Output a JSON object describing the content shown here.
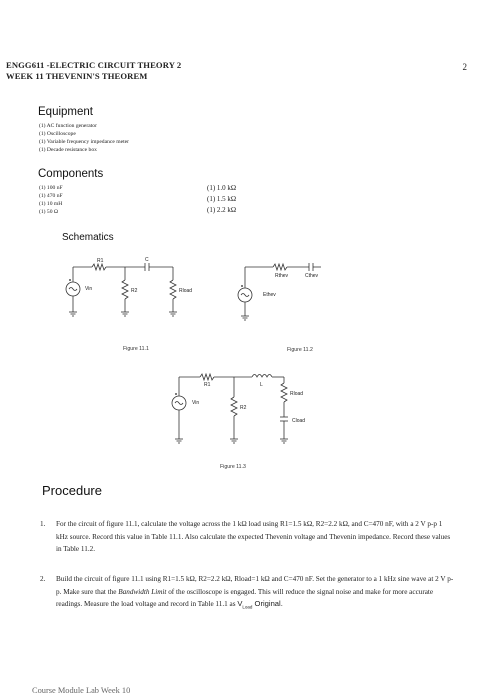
{
  "header": {
    "course_line": "ENGG611 -ELECTRIC CIRCUIT THEORY 2",
    "week_line": "WEEK 11 THEVENIN'S THEOREM",
    "page_number": "2"
  },
  "equipment": {
    "title": "Equipment",
    "items": [
      "(1) AC function generator",
      "(1) Oscilloscope",
      "(1) Variable frequency impedance meter",
      "(1) Decade resistance box"
    ]
  },
  "components": {
    "title": "Components",
    "left": [
      "(1) 100 nF",
      "(1) 470 nF",
      "(1) 10 mH",
      "(1) 50 Ω"
    ],
    "right": [
      "(1) 1.0 kΩ",
      "(1) 1.5 kΩ",
      "(1) 2.2 kΩ"
    ]
  },
  "schematics": {
    "title": "Schematics",
    "fig1": {
      "caption": "Figure 11.1",
      "labels": {
        "r1": "R1",
        "c": "C",
        "vin": "Vin",
        "r2": "R2",
        "rload": "Rload"
      }
    },
    "fig2": {
      "caption": "Figure 11.2",
      "labels": {
        "rthev": "Rthev",
        "cthev": "Cthev",
        "ethev": "Ethev"
      }
    },
    "fig3": {
      "caption": "Figure 11.3",
      "labels": {
        "r1": "R1",
        "l": "L",
        "vin": "Vin",
        "r2": "R2",
        "rload": "Rload",
        "cload": "Cload"
      }
    }
  },
  "procedure": {
    "title": "Procedure",
    "steps": [
      {
        "number": "1.",
        "text": "For the circuit of figure 11.1, calculate the voltage across the 1 kΩ load using R1=1.5 kΩ, R2=2.2 kΩ, and C=470 nF, with a 2 V p-p 1 kHz source. Record this value in Table 11.1. Also calculate the expected Thevenin voltage and Thevenin impedance. Record these values in Table 11.2."
      },
      {
        "number": "2.",
        "text_before": "Build the circuit of figure 11.1 using R1=1.5 kΩ, R2=2.2 kΩ, Rload=1 kΩ and C=470 nF. Set the generator to a 1 kHz sine wave at 2 V p-p. Make sure that the ",
        "text_italic": "Bandwidth Limit",
        "text_middle": " of the oscilloscope is engaged. This will reduce the signal noise and make for more accurate readings. Measure the load voltage and record in Table 11.1 as ",
        "text_v": "V",
        "text_sub": "Load",
        "text_end": " Original."
      }
    ]
  },
  "footer": "Course Module Lab Week 10"
}
